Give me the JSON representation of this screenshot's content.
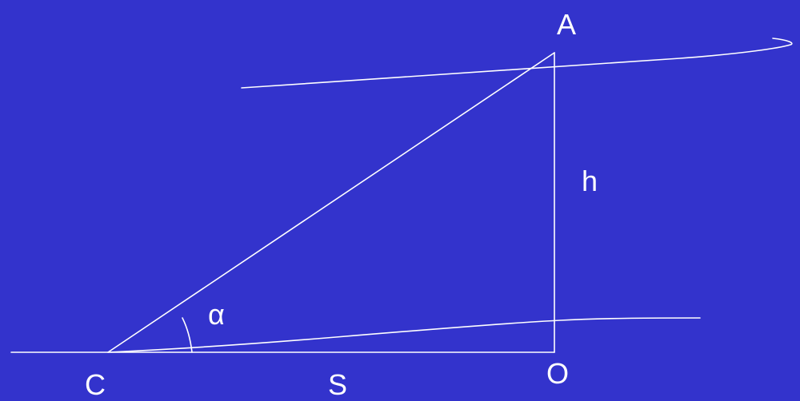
{
  "colors": {
    "background": "#3333cc",
    "stroke": "#ffffff",
    "text": "#ffffff"
  },
  "labels": {
    "point_a": "A",
    "point_c": "C",
    "point_o": "O",
    "height": "h",
    "distance": "S",
    "angle": "α"
  }
}
